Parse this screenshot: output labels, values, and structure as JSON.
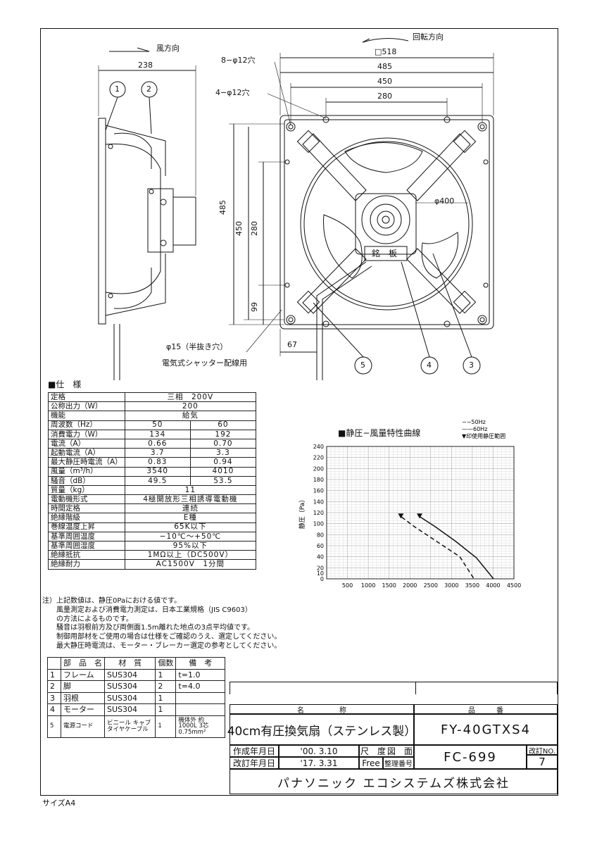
{
  "drawing": {
    "wind_direction": "風方向",
    "rotation_direction": "回転方向",
    "dims": {
      "depth": "238",
      "holes8": "8−φ12穴",
      "holes4": "4−φ12穴",
      "sq518": "□518",
      "w485": "485",
      "w450": "450",
      "w280": "280",
      "h485": "485",
      "h450": "450",
      "h280": "280",
      "h99": "99",
      "w67": "67",
      "dia400": "φ400"
    },
    "nameplate": "銘　板",
    "knockout_note": "φ15（半抜き穴）",
    "shutter_note": "電気式シャッター配線用",
    "callouts": [
      "1",
      "2",
      "3",
      "4",
      "5"
    ]
  },
  "spec": {
    "heading": "■仕　様",
    "rows": [
      {
        "label": "定格",
        "value": "三相　200V"
      },
      {
        "label": "公称出力（W）",
        "value": "200"
      },
      {
        "label": "機能",
        "value": "給気"
      },
      {
        "label": "周波数（Hz）",
        "v50": "50",
        "v60": "60"
      },
      {
        "label": "消費電力（W）",
        "v50": "134",
        "v60": "192"
      },
      {
        "label": "電流（A）",
        "v50": "0.66",
        "v60": "0.70"
      },
      {
        "label": "起動電流（A）",
        "v50": "3.7",
        "v60": "3.3"
      },
      {
        "label": "最大静圧時電流（A）",
        "v50": "0.83",
        "v60": "0.94"
      },
      {
        "label": "風量（m³/h）",
        "v50": "3540",
        "v60": "4010"
      },
      {
        "label": "騒音（dB）",
        "v50": "49.5",
        "v60": "53.5"
      },
      {
        "label": "質量（kg）",
        "value": "11"
      },
      {
        "label": "電動機形式",
        "value": "4極開放形三相誘導電動機"
      },
      {
        "label": "時間定格",
        "value": "連続"
      },
      {
        "label": "絶縁階級",
        "value": "E種"
      },
      {
        "label": "巻線温度上昇",
        "value": "65K以下"
      },
      {
        "label": "基準周囲温度",
        "value": "−10℃〜+50℃"
      },
      {
        "label": "基準周囲湿度",
        "value": "95%以下"
      },
      {
        "label": "絶縁抵抗",
        "value": "1MΩ以上（DC500V）"
      },
      {
        "label": "絶縁耐力",
        "value": "AC1500V　1分間"
      }
    ],
    "notes": "注）上記数値は、静圧0Paにおける値です。\n　　風量測定および消費電力測定は、日本工業規格（JIS C9603）\n　　の方法によるものです。\n　　騒音は羽根前方及び両側面1.5m離れた地点の3点平均値です。\n　　制御用部材をご使用の場合は仕様をご確認のうえ、選定してください。\n　　最大静圧時電流は、モーター・ブレーカー選定の参考としてください。"
  },
  "parts": {
    "headers": [
      "部　品　名",
      "材　質",
      "個数",
      "備　考"
    ],
    "rows": [
      {
        "no": "1",
        "name": "フレーム",
        "material": "SUS304",
        "qty": "1",
        "note": "t=1.0"
      },
      {
        "no": "2",
        "name": "脚",
        "material": "SUS304",
        "qty": "2",
        "note": "t=4.0"
      },
      {
        "no": "3",
        "name": "羽根",
        "material": "SUS304",
        "qty": "1",
        "note": ""
      },
      {
        "no": "4",
        "name": "モーター",
        "material": "SUS304",
        "qty": "1",
        "note": ""
      },
      {
        "no": "5",
        "name": "電源コード",
        "material": "ビニール キャブタイヤケーブル",
        "qty": "1",
        "note": "機体外 約1000L 3芯 0.75mm²"
      }
    ]
  },
  "title_block": {
    "name_header": "名　　　　　称",
    "name": "40cm有圧換気扇（ステンレス製）",
    "model_header": "品　　　番",
    "model": "FY-40GTXS4",
    "created_label": "作成年月日",
    "created": "'00. 3.10",
    "revised_label": "改訂年月日",
    "revised": "'17. 3.31",
    "scale_label": "尺　度",
    "scale": "Free",
    "drawing_label": "図　面",
    "control_label": "整理番号",
    "drawing_no": "FC-699",
    "rev_label": "改訂NO.",
    "rev": "7",
    "company": "パナソニック エコシステムズ株式会社"
  },
  "size_note": "サイズA4",
  "chart_data": {
    "type": "line",
    "title": "■静圧−風量特性曲線",
    "ylabel": "静圧（Pa）",
    "xlabel": "",
    "xlim": [
      0,
      4500
    ],
    "ylim": [
      0,
      240
    ],
    "x_ticks": [
      500,
      1000,
      1500,
      2000,
      2500,
      3000,
      3500,
      4000,
      4500
    ],
    "y_ticks": [
      0,
      10,
      20,
      40,
      60,
      80,
      100,
      120,
      140,
      160,
      180,
      200,
      220,
      240
    ],
    "legend": [
      "−−50Hz",
      "——60Hz",
      "▼印使用静圧範囲"
    ],
    "legend_position": "top-right",
    "grid": true,
    "series": [
      {
        "name": "50Hz",
        "style": "dashed",
        "points": [
          [
            1800,
            112
          ],
          [
            2100,
            95
          ],
          [
            2600,
            70
          ],
          [
            3200,
            40
          ],
          [
            3540,
            0
          ]
        ]
      },
      {
        "name": "60Hz",
        "style": "solid",
        "points": [
          [
            2250,
            112
          ],
          [
            2600,
            95
          ],
          [
            3100,
            68
          ],
          [
            3600,
            38
          ],
          [
            4010,
            0
          ]
        ]
      }
    ]
  }
}
